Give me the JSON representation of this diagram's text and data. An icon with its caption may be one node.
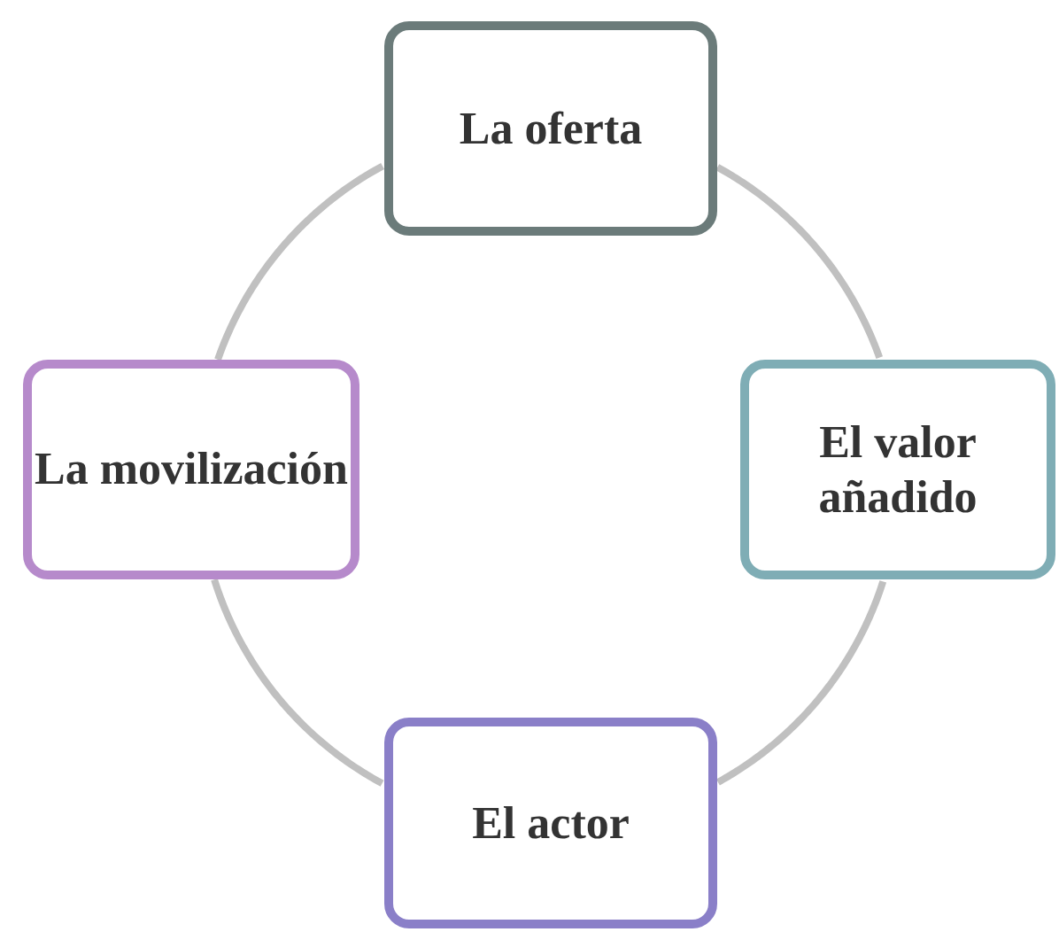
{
  "diagram": {
    "nodes": [
      {
        "text": [
          "La oferta"
        ]
      },
      {
        "text": [
          "El valor añadido"
        ]
      },
      {
        "text": [
          "El actor"
        ]
      },
      {
        "text": [
          "La movilización"
        ]
      }
    ],
    "edges": [
      {
        "from": 0,
        "to": 1,
        "arrow": "none"
      },
      {
        "from": 1,
        "to": 2,
        "arrow": "none"
      },
      {
        "from": 2,
        "to": 3,
        "arrow": "none"
      },
      {
        "from": 3,
        "to": 0,
        "arrow": "none"
      }
    ]
  }
}
